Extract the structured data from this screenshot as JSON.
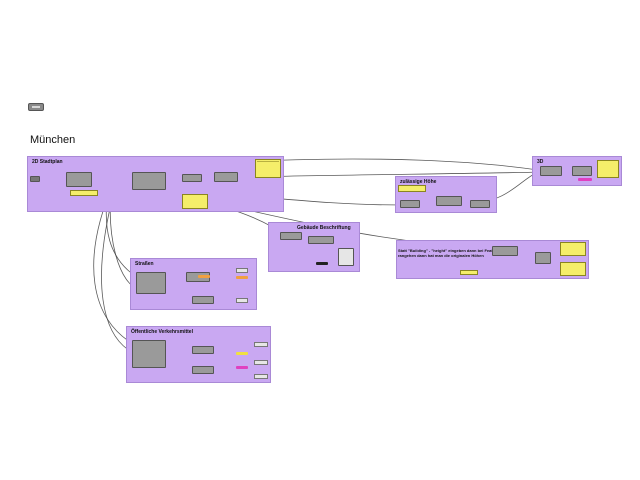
{
  "canvas": {
    "title": "München"
  },
  "groups": {
    "stadtplan": {
      "title": "2D Stadtplan"
    },
    "strassen": {
      "title": "Straßen"
    },
    "verkehr": {
      "title": "Öffentliche Verkehrsmittel"
    },
    "beschriftung": {
      "title": "Gebäude Beschriftung"
    },
    "hoehe": {
      "title": "zulässige Höhe"
    },
    "dreid": {
      "title": "3D"
    },
    "building": {
      "note": "Statt \"Building\" - \"height\" eingeben dann bei Feature Key rangehen dann hat man die originalen Höhen"
    }
  },
  "colors": {
    "group_fill": "#c9a8f2",
    "panel_fill": "#f5ee6a",
    "node_fill": "#9a9a9a",
    "accent_orange": "#f0a040",
    "accent_magenta": "#e040c0",
    "accent_yellow": "#f0e040"
  }
}
